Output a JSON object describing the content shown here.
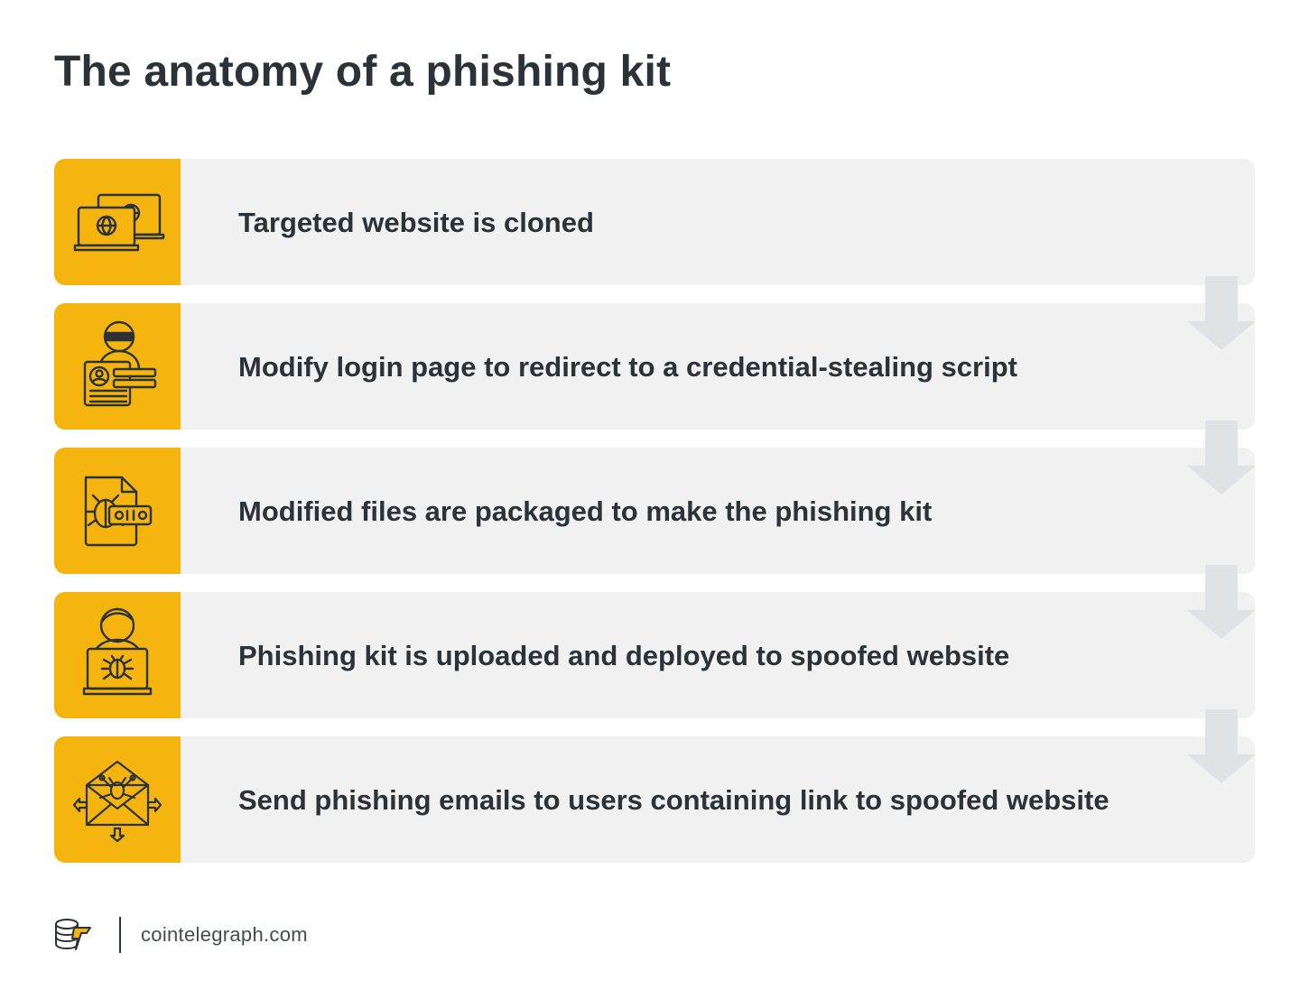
{
  "title": "The anatomy of a phishing kit",
  "steps": [
    {
      "label": "Targeted website is cloned",
      "icon": "cloned-website-icon"
    },
    {
      "label": "Modify login page to redirect to a credential-stealing script",
      "icon": "hacker-credentials-icon"
    },
    {
      "label": "Modified files are packaged to make the phishing kit",
      "icon": "malware-file-icon"
    },
    {
      "label": "Phishing kit is uploaded and deployed to spoofed website",
      "icon": "hacker-laptop-bug-icon"
    },
    {
      "label": "Send phishing emails to users containing link to spoofed website",
      "icon": "phishing-email-icon"
    }
  ],
  "footer": {
    "site": "cointelegraph.com",
    "logo_icon": "cointelegraph-logo-icon"
  },
  "colors": {
    "accent": "#f5b40e",
    "card": "#f1f1f1",
    "text": "#2b3339",
    "arrow": "#dfe3e6"
  }
}
